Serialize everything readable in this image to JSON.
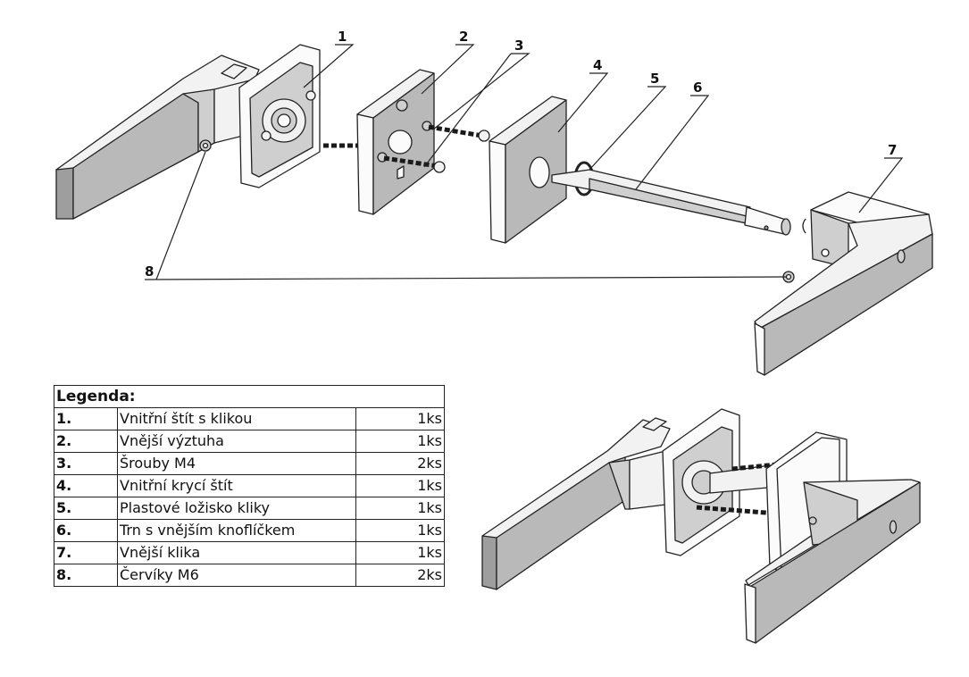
{
  "diagram": {
    "exploded_view": {
      "callouts": [
        {
          "id": "1",
          "label": "1"
        },
        {
          "id": "2",
          "label": "2"
        },
        {
          "id": "3",
          "label": "3"
        },
        {
          "id": "4",
          "label": "4"
        },
        {
          "id": "5",
          "label": "5"
        },
        {
          "id": "6",
          "label": "6"
        },
        {
          "id": "7",
          "label": "7"
        },
        {
          "id": "8",
          "label": "8"
        }
      ]
    },
    "assembled_view": {
      "description": "Assembled door handle set"
    }
  },
  "legend": {
    "title": "Legenda:",
    "rows": [
      {
        "num": "1.",
        "name": "Vnitřní štít s klikou",
        "qty": "1ks"
      },
      {
        "num": "2.",
        "name": "Vnější výztuha",
        "qty": "1ks"
      },
      {
        "num": "3.",
        "name": "Šrouby M4",
        "qty": "2ks"
      },
      {
        "num": "4.",
        "name": "Vnitřní krycí štít",
        "qty": "1ks"
      },
      {
        "num": "5.",
        "name": "Plastové ložisko kliky",
        "qty": "1ks"
      },
      {
        "num": "6.",
        "name": "Trn s vnějším knoflíčkem",
        "qty": "1ks"
      },
      {
        "num": "7.",
        "name": "Vnější klika",
        "qty": "1ks"
      },
      {
        "num": "8.",
        "name": "Červíky M6",
        "qty": "2ks"
      }
    ]
  }
}
